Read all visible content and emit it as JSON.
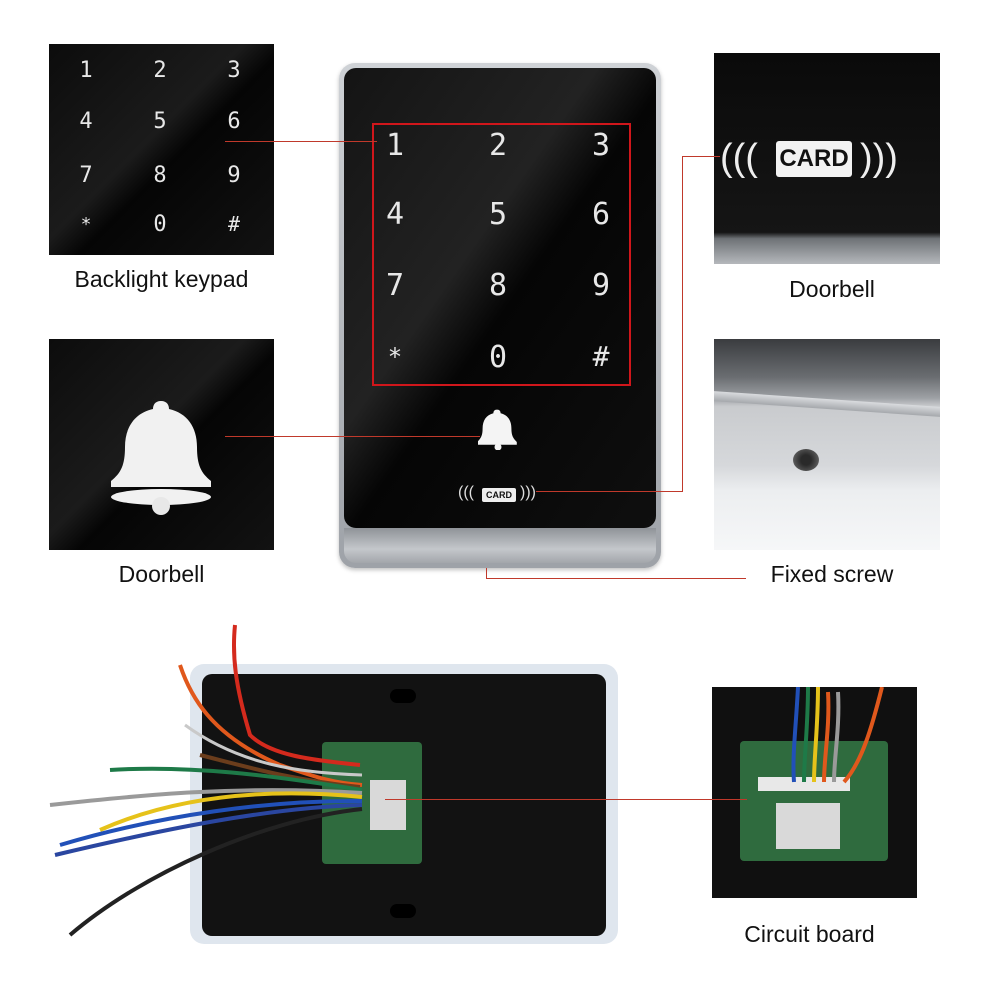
{
  "keypad": {
    "keys": [
      "1",
      "2",
      "3",
      "4",
      "5",
      "6",
      "7",
      "8",
      "9",
      "*",
      "0",
      "#"
    ]
  },
  "card_badge": "CARD",
  "captions": {
    "backlight_keypad": "Backlight keypad",
    "doorbell_top_right": "Doorbell",
    "doorbell_left": "Doorbell",
    "fixed_screw": "Fixed screw",
    "circuit_board": "Circuit board"
  },
  "colors": {
    "callout_line": "#c0392b",
    "highlight_box": "#d0161b",
    "panel_black": "#0a0a0a",
    "frame_silver": "#b9bcc1"
  },
  "icons": [
    "bell-icon",
    "nfc-card-icon",
    "screw-icon"
  ]
}
